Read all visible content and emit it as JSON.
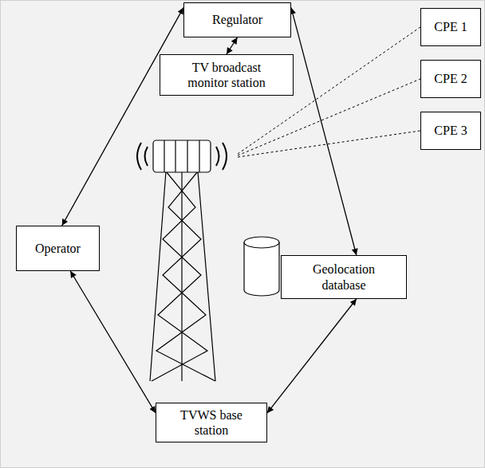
{
  "diagram": {
    "nodes": [
      {
        "text": [
          "Regulator"
        ]
      },
      {
        "text": [
          "TV broadcast monitor station"
        ]
      },
      {
        "text": [
          "CPE 1"
        ]
      },
      {
        "text": [
          "CPE 2"
        ]
      },
      {
        "text": [
          "CPE 3"
        ]
      },
      {
        "text": [
          "Operator"
        ]
      },
      {
        "text": [
          "Geolocation database"
        ]
      },
      {
        "text": [
          "TVWS base station"
        ]
      }
    ],
    "edges": [
      {
        "from": 0,
        "to": 1,
        "arrow": "both"
      },
      {
        "from": 0,
        "to": 5,
        "arrow": "both"
      },
      {
        "from": 0,
        "to": 6,
        "arrow": "both"
      },
      {
        "from": 5,
        "to": 7,
        "arrow": "both"
      },
      {
        "from": 6,
        "to": 7,
        "arrow": "both"
      }
    ]
  }
}
